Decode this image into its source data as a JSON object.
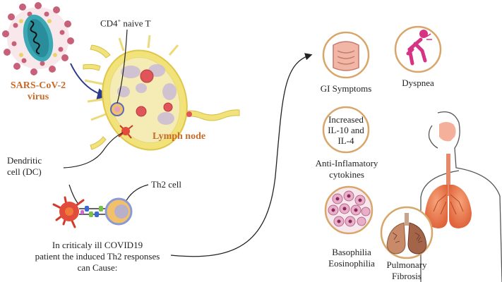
{
  "labels": {
    "virus_line1": "SARS-CoV-2",
    "virus_line2": "virus",
    "cd4": "CD4",
    "cd4_sup": "+",
    "cd4_suffix": " naive T",
    "lymph_node": "Lymph node",
    "dc_line1": "Dendritic",
    "dc_line2": "cell (DC)",
    "th2": "Th2 cell",
    "caption_line1": "In criticaly ill COVID19",
    "caption_line2": "patient the induced Th2 responses",
    "caption_line3": "can Cause:",
    "gi": "GI Symptoms",
    "dyspnea": "Dyspnea",
    "il_line1": "Increased",
    "il_line2": "IL-10 and",
    "il_line3": "IL-4",
    "anti_line1": "Anti-Inflamatory",
    "anti_line2": "cytokines",
    "baso_line1": "Basophilia",
    "baso_line2": "Eosinophilia",
    "pulm_line1": "Pulmonary",
    "pulm_line2": "Fibrosis"
  },
  "colors": {
    "virus_label": "#c86a2a",
    "lymph_label": "#c86a2a",
    "circle_border": "#d9a66a",
    "lymph_fill": "#f2e27a",
    "dyspnea_figure": "#d63384",
    "virus_core": "#3aa9b4",
    "virus_spike": "#c9607a"
  }
}
